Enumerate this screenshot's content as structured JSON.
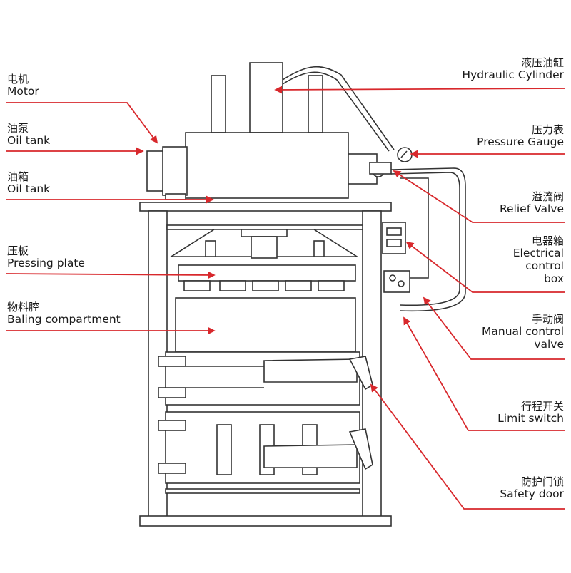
{
  "colors": {
    "arrow": "#d8282c",
    "line": "#333333"
  },
  "labels": {
    "motor": {
      "zh": "电机",
      "en": "Motor"
    },
    "oil_tank_1": {
      "zh": "油泵",
      "en": "Oil tank"
    },
    "oil_tank_2": {
      "zh": "油箱",
      "en": "Oil tank"
    },
    "pressing_plate": {
      "zh": "压板",
      "en": "Pressing plate"
    },
    "baling_compartment": {
      "zh": "物料腔",
      "en": "Baling compartment"
    },
    "hydraulic_cylinder": {
      "zh": "液压油缸",
      "en": "Hydraulic Cylinder"
    },
    "pressure_gauge": {
      "zh": "压力表",
      "en": "Pressure Gauge"
    },
    "relief_valve": {
      "zh": "溢流阀",
      "en": "Relief Valve"
    },
    "electrical_control_box": {
      "zh": "电器箱",
      "en_lines": [
        "Electrical",
        "control",
        "box"
      ]
    },
    "manual_control_valve": {
      "zh": "手动阀",
      "en_lines": [
        "Manual control",
        "valve"
      ]
    },
    "limit_switch": {
      "zh": "行程开关",
      "en": "Limit switch"
    },
    "safety_door": {
      "zh": "防护门锁",
      "en": "Safety door"
    }
  }
}
